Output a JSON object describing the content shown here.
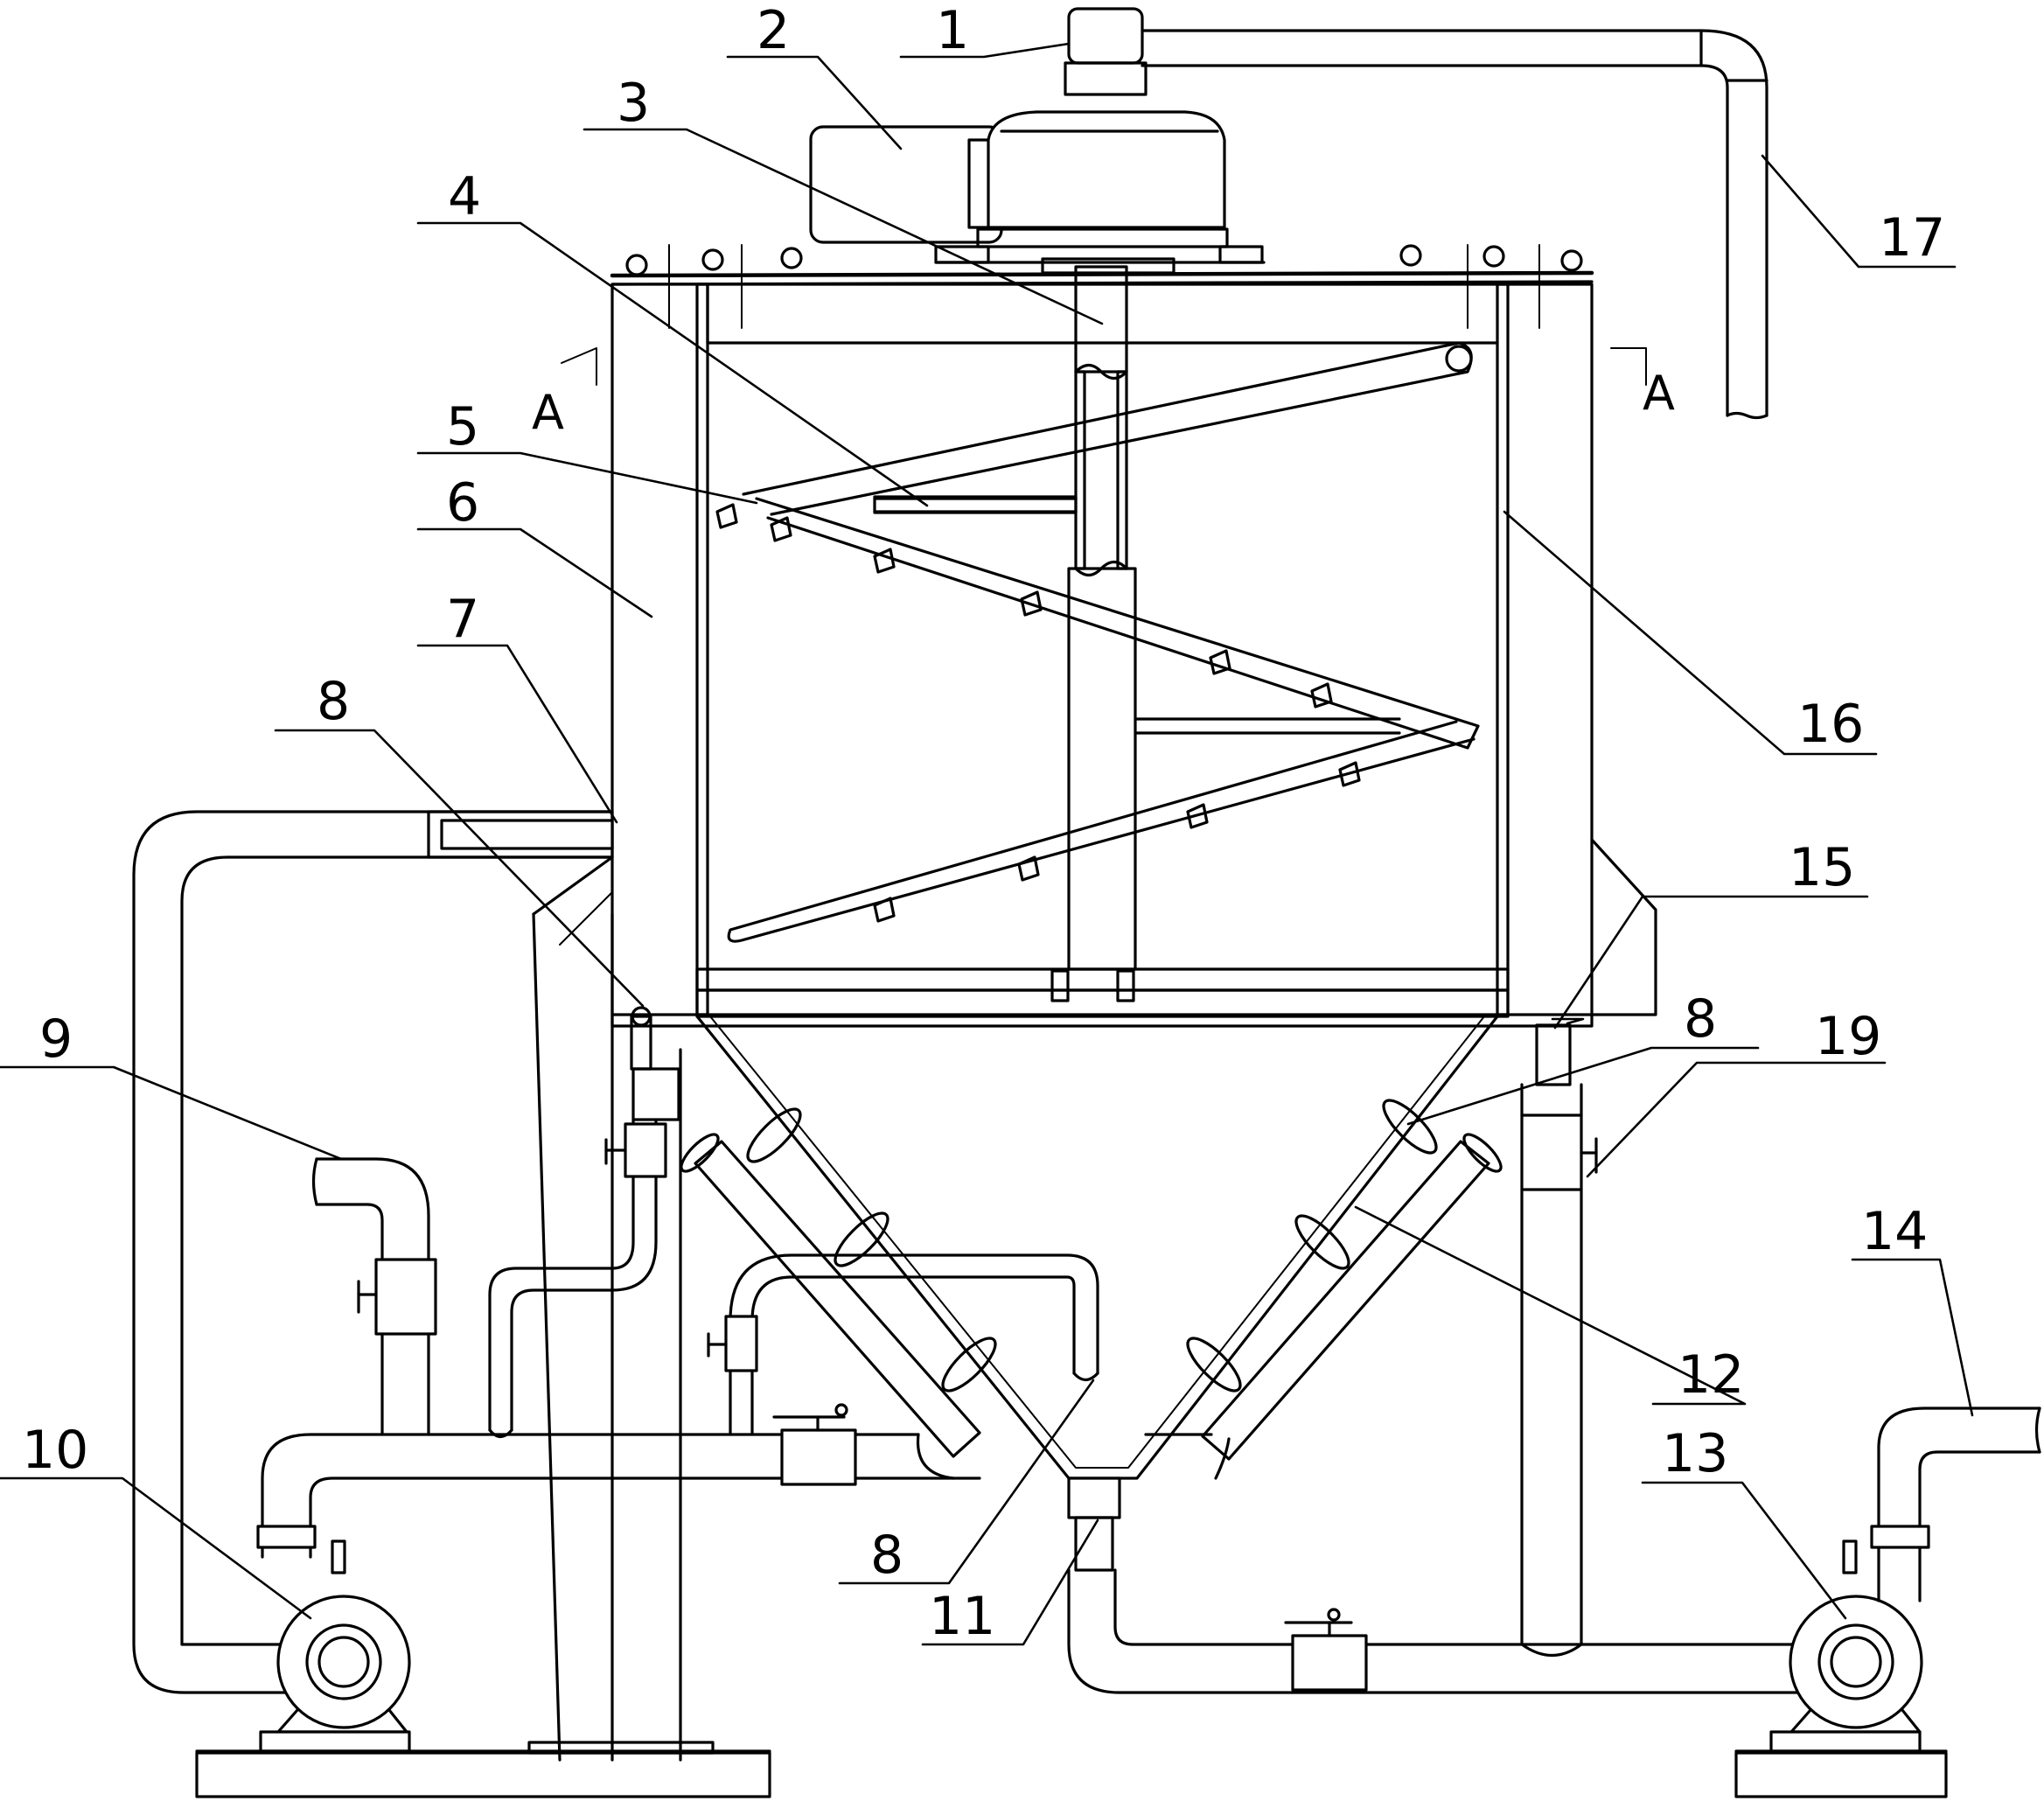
{
  "labels": {
    "l1": "1",
    "l2": "2",
    "l3": "3",
    "l4": "4",
    "l5": "5",
    "l6": "6",
    "l7": "7",
    "l8a": "8",
    "l8b": "8",
    "l8c": "8",
    "l9": "9",
    "l10": "10",
    "l11": "11",
    "l12": "12",
    "l13": "13",
    "l14": "14",
    "l15": "15",
    "l16": "16",
    "l17": "17",
    "l19": "19"
  },
  "section_mark": {
    "left": "A",
    "right": "A"
  }
}
